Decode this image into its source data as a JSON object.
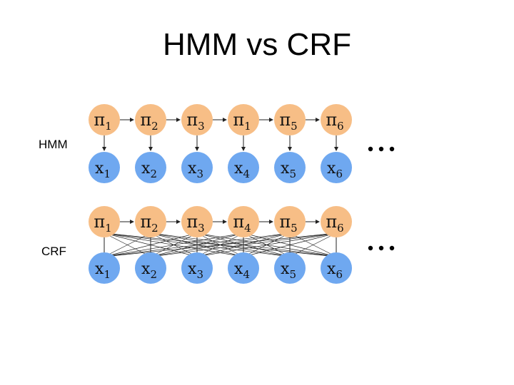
{
  "title": "HMM vs CRF",
  "rows": [
    {
      "label": "HMM",
      "states": [
        {
          "sym": "π",
          "sub": "1"
        },
        {
          "sym": "π",
          "sub": "2"
        },
        {
          "sym": "π",
          "sub": "3"
        },
        {
          "sym": "π",
          "sub": "1"
        },
        {
          "sym": "π",
          "sub": "5"
        },
        {
          "sym": "π",
          "sub": "6"
        }
      ],
      "observations": [
        {
          "sym": "x",
          "sub": "1"
        },
        {
          "sym": "x",
          "sub": "2"
        },
        {
          "sym": "x",
          "sub": "3"
        },
        {
          "sym": "x",
          "sub": "4"
        },
        {
          "sym": "x",
          "sub": "5"
        },
        {
          "sym": "x",
          "sub": "6"
        }
      ]
    },
    {
      "label": "CRF",
      "states": [
        {
          "sym": "π",
          "sub": "1"
        },
        {
          "sym": "π",
          "sub": "2"
        },
        {
          "sym": "π",
          "sub": "3"
        },
        {
          "sym": "π",
          "sub": "4"
        },
        {
          "sym": "π",
          "sub": "5"
        },
        {
          "sym": "π",
          "sub": "6"
        }
      ],
      "observations": [
        {
          "sym": "x",
          "sub": "1"
        },
        {
          "sym": "x",
          "sub": "2"
        },
        {
          "sym": "x",
          "sub": "3"
        },
        {
          "sym": "x",
          "sub": "4"
        },
        {
          "sym": "x",
          "sub": "5"
        },
        {
          "sym": "x",
          "sub": "6"
        }
      ]
    }
  ],
  "colors": {
    "state_fill": "#F7BE86",
    "observation_fill": "#6FA8F0",
    "edge": "#222222"
  }
}
